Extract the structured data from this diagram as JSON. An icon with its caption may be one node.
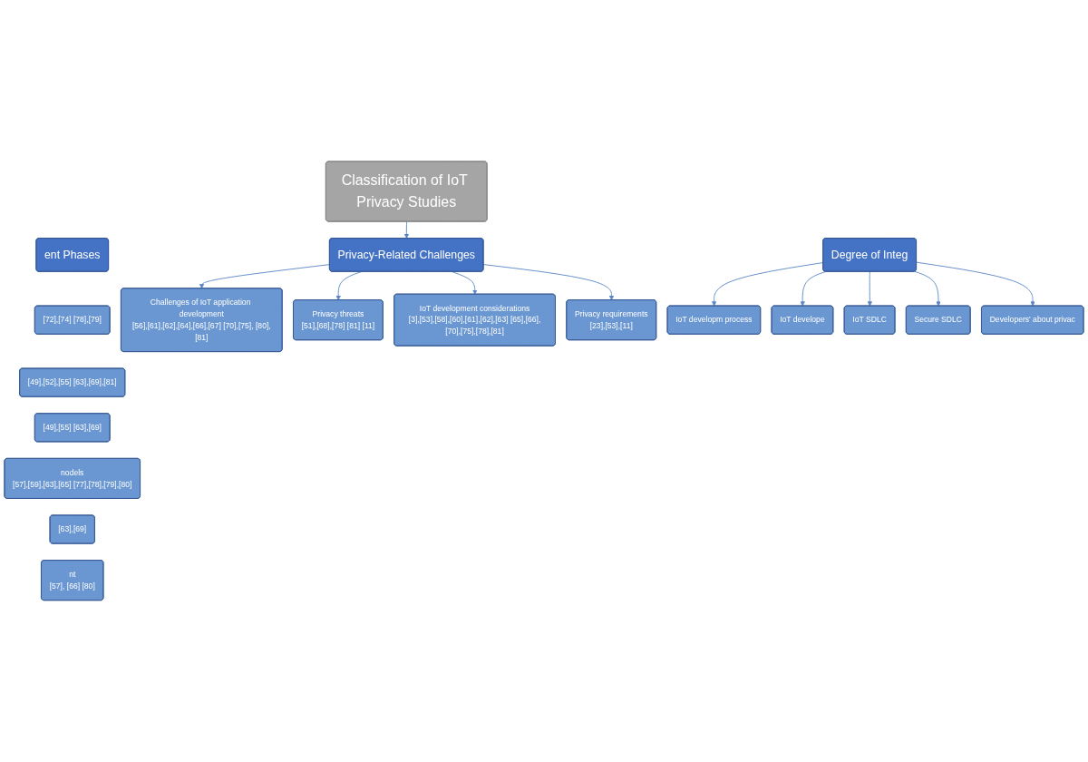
{
  "diagram": {
    "nodes": [
      {
        "text": [
          "Classification of IoT Privacy Studies"
        ]
      },
      {
        "text": [
          "ent Phases"
        ]
      },
      {
        "text": [
          "[72],[74] [78],[79]"
        ]
      },
      {
        "text": [
          "[49],[52],[55] [63],[69],[81]"
        ]
      },
      {
        "text": [
          "[49],[55] [63],[69]"
        ]
      },
      {
        "text": [
          "nodels",
          "[57],[59],[63],[65] [77],[78],[79],[80]"
        ]
      },
      {
        "text": [
          "[63],[69]"
        ]
      },
      {
        "text": [
          "nt",
          "[57], [66] [80]"
        ]
      },
      {
        "text": [
          "Privacy-Related Challenges"
        ]
      },
      {
        "text": [
          "Challenges of IoT application development",
          "[56],[61],[62],[64],[66],[67] [70],[75], [80],[81]"
        ]
      },
      {
        "text": [
          "Privacy threats",
          "[51],[68],[78] [81] [11]"
        ]
      },
      {
        "text": [
          "IoT development considerations",
          "[3],[53],[58],[60],[61],[62],[63] [65],[66],[70],[75],[78],[81]"
        ]
      },
      {
        "text": [
          "Privacy requirements",
          "[23],[53],[11]"
        ]
      },
      {
        "text": [
          "Degree of Integ"
        ]
      },
      {
        "text": [
          "IoT developm process"
        ]
      },
      {
        "text": [
          "IoT develope"
        ]
      },
      {
        "text": [
          "IoT SDLC"
        ]
      },
      {
        "text": [
          "Secure SDLC"
        ]
      },
      {
        "text": [
          "Developers' about privac"
        ]
      }
    ],
    "edges": [
      {
        "from": 0,
        "to": 8,
        "arrow": "to"
      },
      {
        "from": 8,
        "to": 9,
        "arrow": "to"
      },
      {
        "from": 8,
        "to": 10,
        "arrow": "to"
      },
      {
        "from": 8,
        "to": 11,
        "arrow": "to"
      },
      {
        "from": 8,
        "to": 12,
        "arrow": "to"
      },
      {
        "from": 13,
        "to": 14,
        "arrow": "to"
      },
      {
        "from": 13,
        "to": 15,
        "arrow": "to"
      },
      {
        "from": 13,
        "to": 16,
        "arrow": "to"
      },
      {
        "from": 13,
        "to": 17,
        "arrow": "to"
      },
      {
        "from": 13,
        "to": 18,
        "arrow": "to"
      }
    ]
  }
}
